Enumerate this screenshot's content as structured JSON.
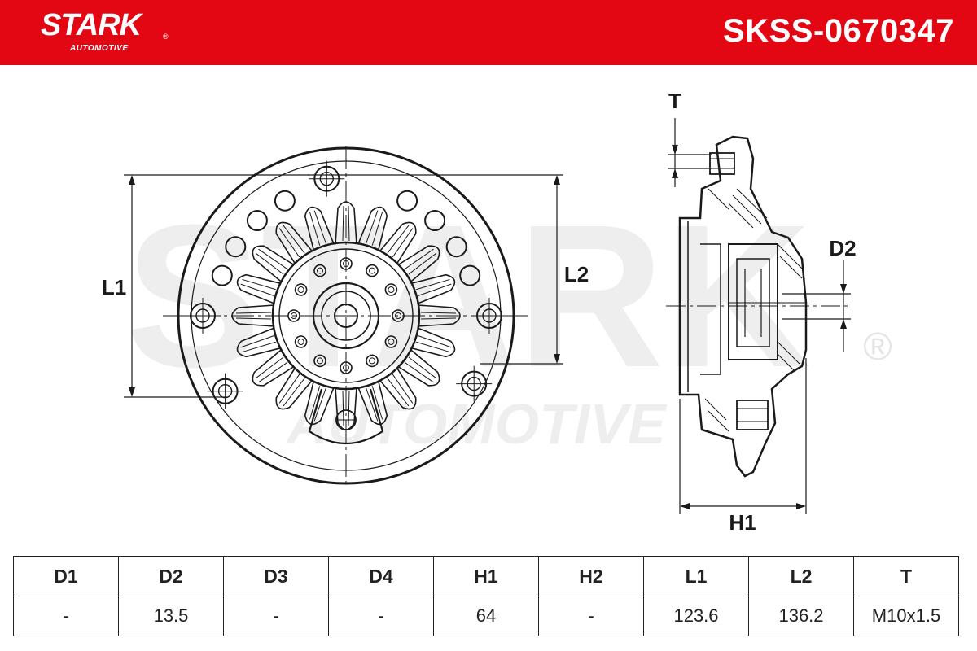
{
  "brand": {
    "name": "STARK",
    "subtitle": "AUTOMOTIVE",
    "registered_mark": "®",
    "color": "#e30613"
  },
  "header": {
    "part_number": "SKSS-0670347"
  },
  "watermark": {
    "main": "STARK",
    "sub": "AUTOMOTIVE",
    "registered_mark": "®"
  },
  "drawing": {
    "labels": {
      "L1": "L1",
      "L2": "L2",
      "T": "T",
      "D2": "D2",
      "H1": "H1"
    }
  },
  "specs": {
    "headers": [
      "D1",
      "D2",
      "D3",
      "D4",
      "H1",
      "H2",
      "L1",
      "L2",
      "T"
    ],
    "values": [
      "-",
      "13.5",
      "-",
      "-",
      "64",
      "-",
      "123.6",
      "136.2",
      "M10x1.5"
    ]
  }
}
